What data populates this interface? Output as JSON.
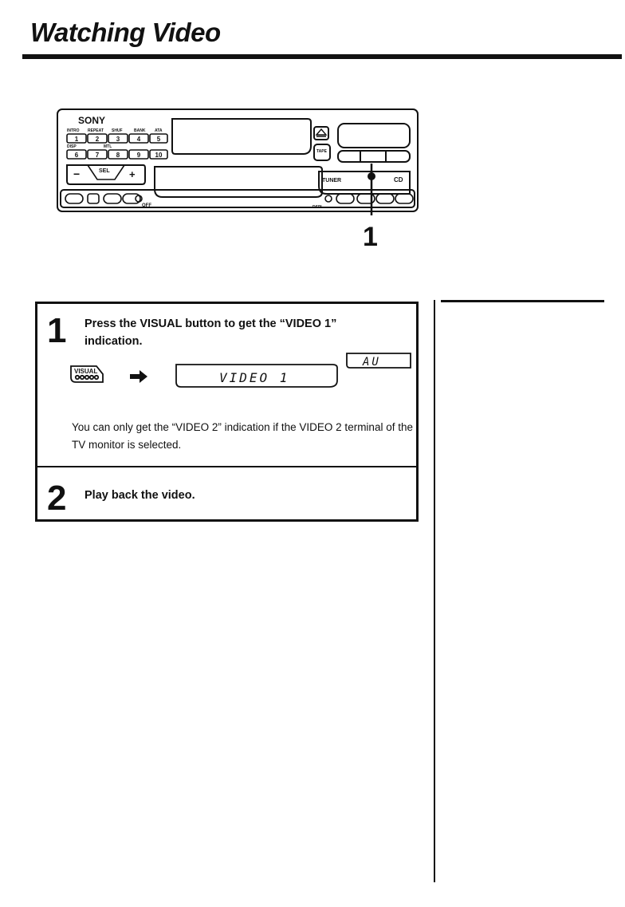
{
  "page": {
    "title": "Watching Video"
  },
  "device": {
    "brand": "SONY",
    "preset_labels_top": [
      "INTRO",
      "REPEAT",
      "SHUF",
      "BANK",
      "ATA"
    ],
    "preset_labels_mid": [
      "DISP",
      "MTL"
    ],
    "preset_buttons_row1": [
      "1",
      "2",
      "3",
      "4",
      "5"
    ],
    "preset_buttons_row2": [
      "6",
      "7",
      "8",
      "9",
      "10"
    ],
    "sel_label": "SEL",
    "minus_label": "−",
    "plus_label": "+",
    "tape_label": "TAPE",
    "tuner_label": "TUNER",
    "cd_label": "CD",
    "off_label": "OFF",
    "dspl_label": "DSPL",
    "callout": "1"
  },
  "steps": [
    {
      "number": "1",
      "text": "Press the VISUAL button to get the “VIDEO 1” indication.",
      "button_label": "VISUAL",
      "display_text": "VIDEO 1",
      "mode_text": "AU",
      "note": "You can only get the “VIDEO 2” indication if the VIDEO 2 terminal of the TV monitor is selected."
    },
    {
      "number": "2",
      "text": "Play back the video."
    }
  ]
}
